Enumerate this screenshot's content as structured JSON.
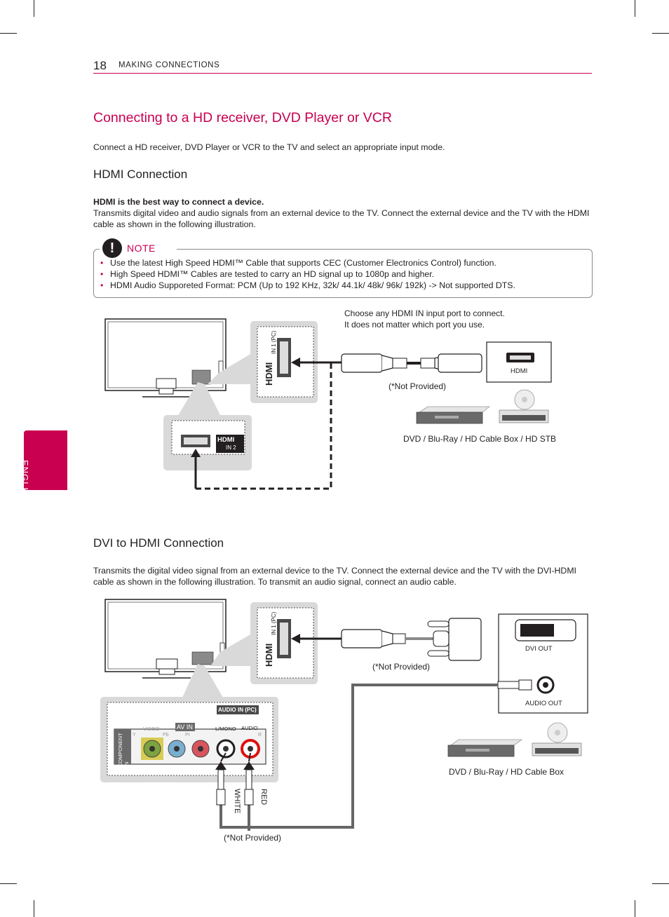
{
  "header": {
    "page_number": "18",
    "section": "MAKING CONNECTIONS"
  },
  "language_tab": "ENGLISH",
  "title": "Connecting to a HD receiver, DVD Player or VCR",
  "intro": "Connect a HD receiver, DVD Player or VCR to the TV and select an appropriate input mode.",
  "hdmi": {
    "heading": "HDMI Connection",
    "lead": "HDMI is the best way to connect a device.",
    "body": "Transmits digital video and audio signals from an external device to the TV. Connect the external device and the TV with the HDMI cable as shown in the following illustration.",
    "note_label": "NOTE",
    "notes": [
      "Use the latest High Speed HDMI™ Cable that supports CEC (Customer Electronics Control) function.",
      "High Speed HDMI™ Cables are tested to carry an HD signal up to 1080p and higher.",
      "HDMI Audio Supporeted Format: PCM (Up to 192 KHz, 32k/ 44.1k/ 48k/ 96k/ 192k) -> Not supported DTS."
    ],
    "diagram": {
      "port_tip_line1": "Choose any HDMI IN input port to connect.",
      "port_tip_line2": "It does not matter which port you use.",
      "not_provided": "(*Not Provided)",
      "device_port": "HDMI",
      "devices": "DVD / Blu-Ray / HD Cable Box / HD STB",
      "port1": "IN 1 (PC)",
      "port2": "IN 2",
      "logo": "HDMI"
    }
  },
  "dvi": {
    "heading": "DVI to HDMI Connection",
    "body": "Transmits the digital video signal from an external device to the TV. Connect the external device and the TV with the DVI-HDMI cable as shown in the following illustration. To transmit an audio signal, connect an audio cable.",
    "diagram": {
      "port1": "IN 1 (PC)",
      "logo": "HDMI",
      "not_provided": "(*Not Provided)",
      "dvi_out": "DVI OUT",
      "audio_out": "AUDIO OUT",
      "devices": "DVD / Blu-Ray / HD Cable Box",
      "audio_in": "AUDIO IN (PC)",
      "av_in": "AV IN",
      "video": "VIDEO",
      "lmono": "L/MONO",
      "audio": "AUDIO",
      "r": "R",
      "y": "Y",
      "pb": "Pb",
      "pr": "Pr",
      "component_in": "COMPONENT IN",
      "white": "WHITE",
      "red": "RED",
      "not_provided_bottom": "(*Not Provided)"
    }
  },
  "colors": {
    "accent": "#c8004f",
    "text": "#231f20",
    "panel": "#d9d9d9"
  }
}
